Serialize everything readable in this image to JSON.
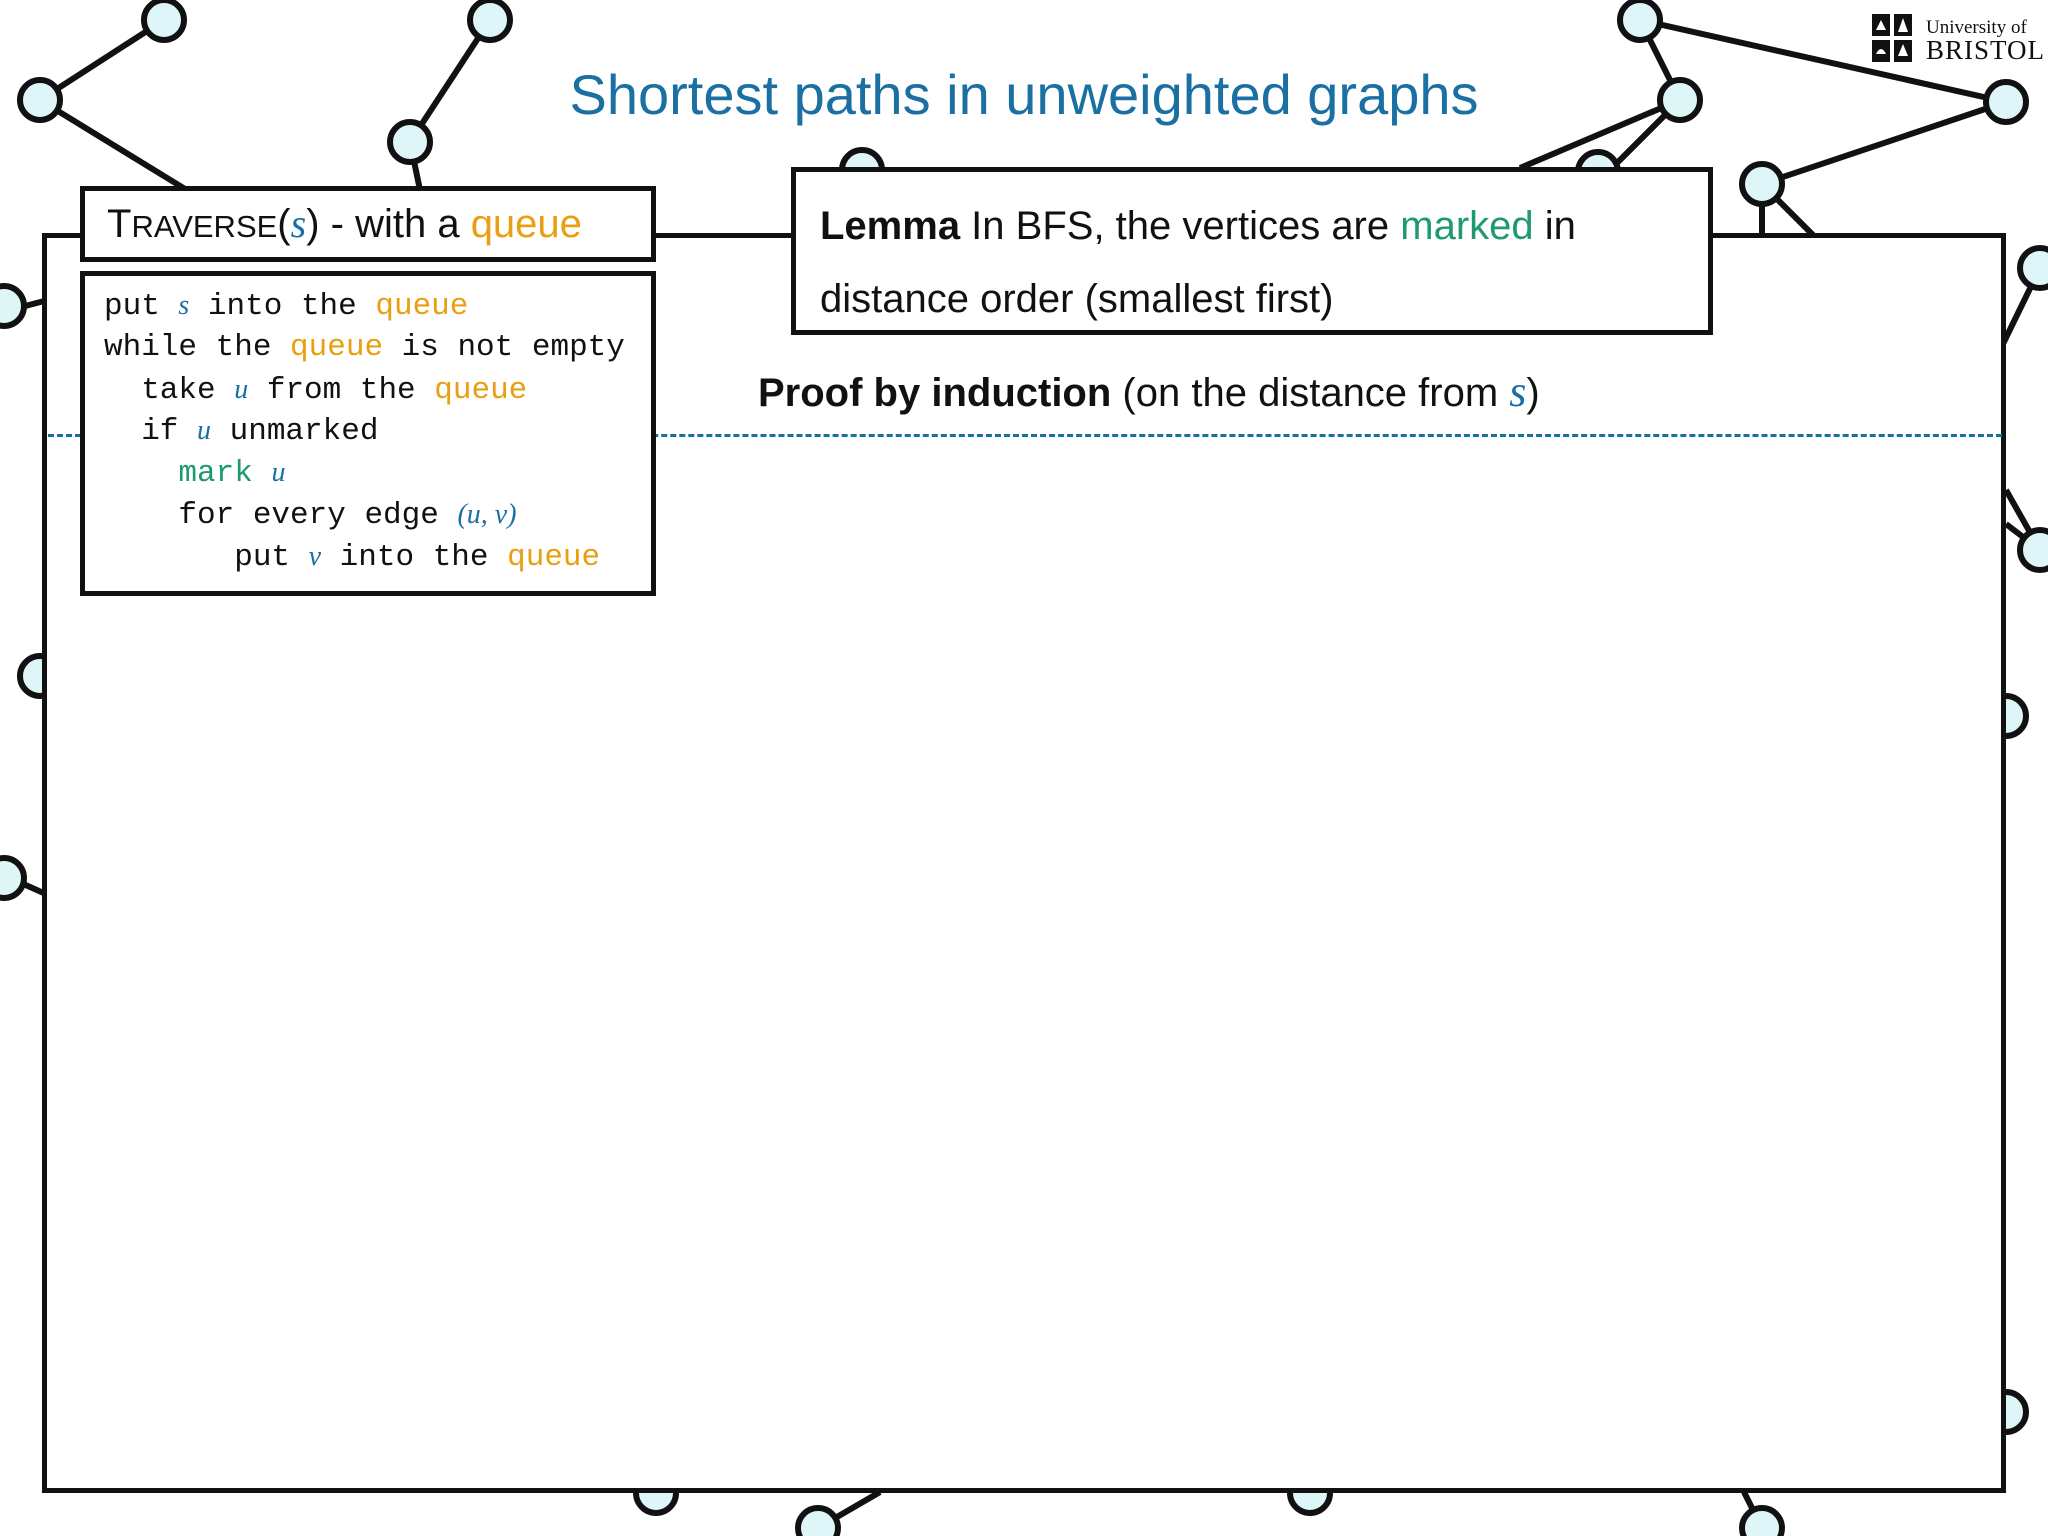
{
  "title": "Shortest paths in unweighted graphs",
  "logo": {
    "line1": "University of",
    "line2": "BRISTOL"
  },
  "traverse": {
    "name_first": "T",
    "name_rest": "RAVERSE",
    "open": "(",
    "arg": "s",
    "close": ")",
    "middle": " - with a ",
    "structure": "queue"
  },
  "pseudocode": [
    {
      "parts": [
        {
          "t": "put "
        },
        {
          "t": "s",
          "c": "var"
        },
        {
          "t": " into the "
        },
        {
          "t": "queue",
          "c": "orange"
        }
      ]
    },
    {
      "parts": [
        {
          "t": "while the "
        },
        {
          "t": "queue",
          "c": "orange"
        },
        {
          "t": " is not empty"
        }
      ]
    },
    {
      "parts": [
        {
          "t": "  take "
        },
        {
          "t": "u",
          "c": "var"
        },
        {
          "t": " from the "
        },
        {
          "t": "queue",
          "c": "orange"
        }
      ]
    },
    {
      "parts": [
        {
          "t": "  if "
        },
        {
          "t": "u",
          "c": "var"
        },
        {
          "t": " unmarked"
        }
      ]
    },
    {
      "parts": [
        {
          "t": "    "
        },
        {
          "t": "mark",
          "c": "green"
        },
        {
          "t": " "
        },
        {
          "t": "u",
          "c": "var"
        }
      ]
    },
    {
      "parts": [
        {
          "t": "    for every edge "
        },
        {
          "t": "(u, v)",
          "c": "var"
        }
      ]
    },
    {
      "parts": [
        {
          "t": "       put "
        },
        {
          "t": "v",
          "c": "var"
        },
        {
          "t": " into the "
        },
        {
          "t": "queue",
          "c": "orange"
        }
      ]
    }
  ],
  "lemma": {
    "label": "Lemma",
    "text_before": " In BFS, the vertices are ",
    "highlight": "marked",
    "text_after": " in distance order (smallest first)"
  },
  "proof": {
    "label": "Proof by induction",
    "text": " (on the distance from ",
    "var": "s",
    "close": ")"
  },
  "colors": {
    "title": "#1a6fa3",
    "variable": "#1a6fa3",
    "queue": "#e8a012",
    "marked": "#1e9a6d",
    "node_fill": "#dff6f8",
    "dashed_rule": "#1a6fa3"
  }
}
